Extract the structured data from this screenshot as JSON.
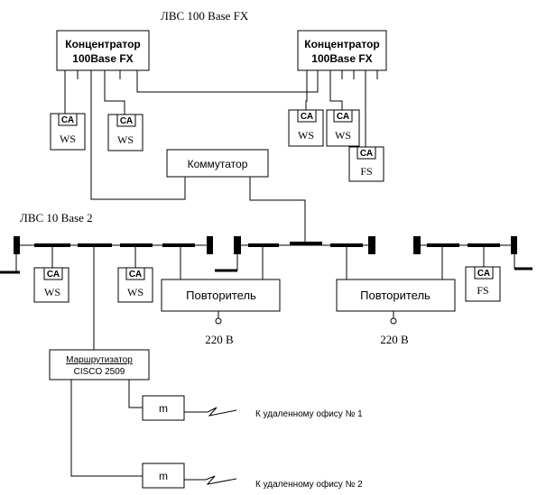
{
  "title_fx": "ЛВС 100 Base FX",
  "title_10base2": "ЛВС 10 Base 2",
  "hub_left": {
    "line1": "Концентратор",
    "line2": "100Base FX"
  },
  "hub_right": {
    "line1": "Концентратор",
    "line2": "100Base FX"
  },
  "switch_label": "Коммутатор",
  "repeater_left": "Повторитель",
  "repeater_right": "Повторитель",
  "voltage_left": "220 В",
  "voltage_right": "220 В",
  "router": {
    "line1": "Маршрутизатор",
    "line2": "CISCO 2509"
  },
  "modem_1": "m",
  "modem_2": "m",
  "remote_1": "К удаленному офису № 1",
  "remote_2": "К удаленному офису № 2",
  "ca_label": "СА",
  "ws_label": "WS",
  "fs_label": "FS"
}
